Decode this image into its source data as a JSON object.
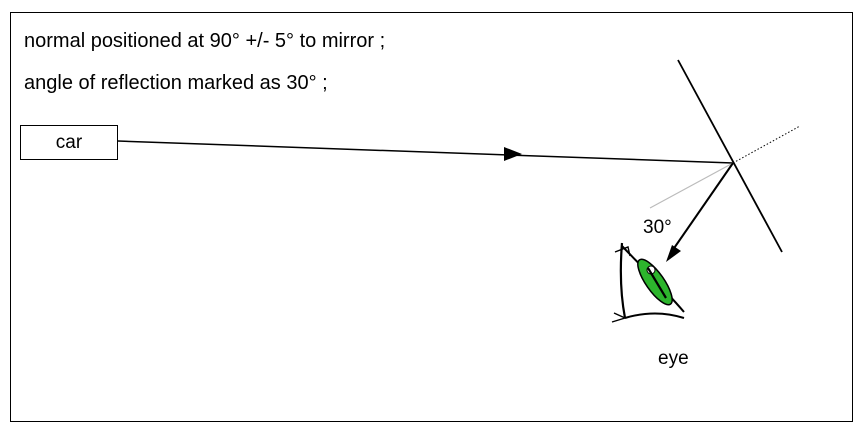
{
  "notes": {
    "line1": "normal positioned at 90° +/- 5° to mirror ;",
    "line2": "angle of reflection marked as 30° ;"
  },
  "labels": {
    "car": "car",
    "angle": "30°",
    "eye": "eye"
  },
  "icons": [
    "eye-icon",
    "arrow-icon"
  ],
  "colors": {
    "eye_iris": "#2db52d",
    "ink": "#000000"
  }
}
